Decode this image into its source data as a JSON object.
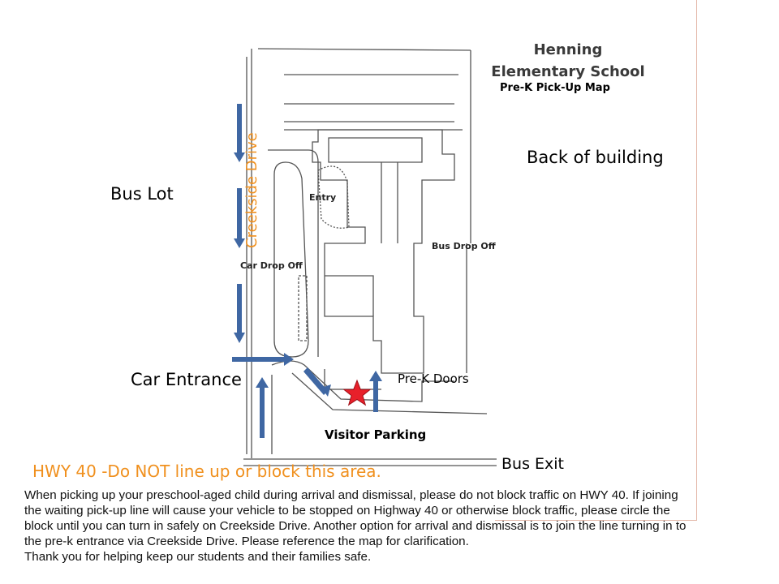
{
  "title": {
    "line1": "Henning",
    "line2": "Elementary School",
    "subtitle": "Pre-K Pick-Up Map"
  },
  "map_labels": {
    "back_of_building": "Back of building",
    "bus_lot": "Bus Lot",
    "creekside_drive": "Creekside Drive",
    "entry": "Entry",
    "bus_drop_off": "Bus Drop Off",
    "car_drop_off": "Car Drop Off",
    "car_entrance": "Car Entrance",
    "pre_k_doors": "Pre-K Doors",
    "visitor_parking": "Visitor Parking",
    "bus_exit": "Bus Exit",
    "hwy_warning": "HWY 40 -Do NOT line up or block this area."
  },
  "colors": {
    "arrow": "#3f67a3",
    "star": "#e8202a",
    "orange_text": "#f0901e",
    "plan_lines": "#555555"
  },
  "notice": {
    "paragraph": "When picking up your preschool-aged child during arrival and dismissal, please do not block traffic on HWY 40. If joining the waiting pick-up line will cause your vehicle to be stopped on Highway 40 or otherwise block traffic, please circle the block until you can turn in safely on Creekside Drive. Another option for arrival and dismissal is to join the line turning in to the pre-k entrance via Creekside Drive.  Please reference the map for clarification.",
    "thanks": "Thank you for helping keep our students and their families safe."
  }
}
